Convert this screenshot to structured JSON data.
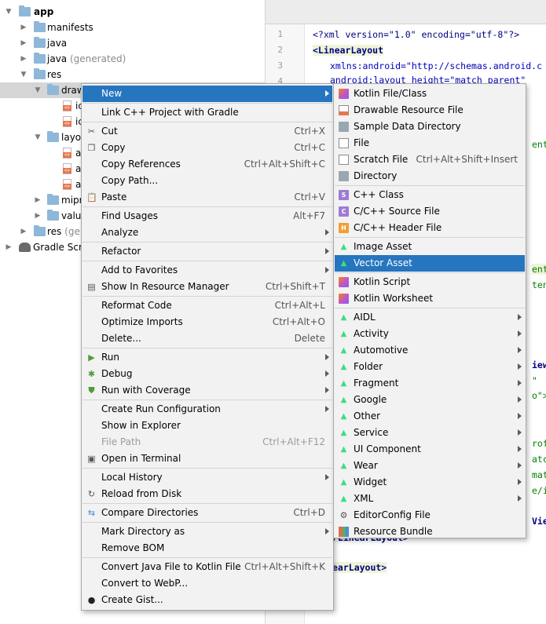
{
  "tree": {
    "items": [
      {
        "label": "app",
        "sub": ""
      },
      {
        "label": "manifests",
        "sub": ""
      },
      {
        "label": "java",
        "sub": ""
      },
      {
        "label": "java",
        "sub": "(generated)"
      },
      {
        "label": "res",
        "sub": ""
      },
      {
        "label": "draw",
        "sub": ""
      },
      {
        "label": "ic",
        "sub": ""
      },
      {
        "label": "ic",
        "sub": ""
      },
      {
        "label": "layou",
        "sub": ""
      },
      {
        "label": "a",
        "sub": ""
      },
      {
        "label": "a",
        "sub": ""
      },
      {
        "label": "a",
        "sub": ""
      },
      {
        "label": "mipr",
        "sub": ""
      },
      {
        "label": "value",
        "sub": ""
      },
      {
        "label": "res",
        "sub": "(gen"
      },
      {
        "label": "Gradle Scrip",
        "sub": ""
      }
    ]
  },
  "editor": {
    "line_numbers": [
      "1",
      "2",
      "3",
      "4"
    ],
    "lines": [
      "<?xml version=\"1.0\" encoding=\"utf-8\"?>",
      "<LinearLayout",
      "xmlns:android=\"http://schemas.android.c",
      "android:layout_height=\"match_parent\"",
      "ent\"",
      "ent\"",
      "tent",
      "iew",
      "\"",
      "o\">",
      "rofi",
      "atch",
      "matc",
      "e/ic",
      "View",
      "/LinearLayout>",
      "earLayout>"
    ]
  },
  "context_menu": {
    "items": [
      {
        "label": "New",
        "shortcut": ""
      },
      {
        "label": "Link C++ Project with Gradle",
        "shortcut": ""
      },
      {
        "label": "Cut",
        "shortcut": "Ctrl+X"
      },
      {
        "label": "Copy",
        "shortcut": "Ctrl+C"
      },
      {
        "label": "Copy References",
        "shortcut": "Ctrl+Alt+Shift+C"
      },
      {
        "label": "Copy Path...",
        "shortcut": ""
      },
      {
        "label": "Paste",
        "shortcut": "Ctrl+V"
      },
      {
        "label": "Find Usages",
        "shortcut": "Alt+F7"
      },
      {
        "label": "Analyze",
        "shortcut": ""
      },
      {
        "label": "Refactor",
        "shortcut": ""
      },
      {
        "label": "Add to Favorites",
        "shortcut": ""
      },
      {
        "label": "Show In Resource Manager",
        "shortcut": "Ctrl+Shift+T"
      },
      {
        "label": "Reformat Code",
        "shortcut": "Ctrl+Alt+L"
      },
      {
        "label": "Optimize Imports",
        "shortcut": "Ctrl+Alt+O"
      },
      {
        "label": "Delete...",
        "shortcut": "Delete"
      },
      {
        "label": "Run",
        "shortcut": ""
      },
      {
        "label": "Debug",
        "shortcut": ""
      },
      {
        "label": "Run with Coverage",
        "shortcut": ""
      },
      {
        "label": "Create Run Configuration",
        "shortcut": ""
      },
      {
        "label": "Show in Explorer",
        "shortcut": ""
      },
      {
        "label": "File Path",
        "shortcut": "Ctrl+Alt+F12"
      },
      {
        "label": "Open in Terminal",
        "shortcut": ""
      },
      {
        "label": "Local History",
        "shortcut": ""
      },
      {
        "label": "Reload from Disk",
        "shortcut": ""
      },
      {
        "label": "Compare Directories",
        "shortcut": "Ctrl+D"
      },
      {
        "label": "Mark Directory as",
        "shortcut": ""
      },
      {
        "label": "Remove BOM",
        "shortcut": ""
      },
      {
        "label": "Convert Java File to Kotlin File",
        "shortcut": "Ctrl+Alt+Shift+K"
      },
      {
        "label": "Convert to WebP...",
        "shortcut": ""
      },
      {
        "label": "Create Gist...",
        "shortcut": ""
      }
    ]
  },
  "submenu": {
    "items": [
      {
        "label": "Kotlin File/Class",
        "shortcut": ""
      },
      {
        "label": "Drawable Resource File",
        "shortcut": ""
      },
      {
        "label": "Sample Data Directory",
        "shortcut": ""
      },
      {
        "label": "File",
        "shortcut": ""
      },
      {
        "label": "Scratch File",
        "shortcut": "Ctrl+Alt+Shift+Insert"
      },
      {
        "label": "Directory",
        "shortcut": ""
      },
      {
        "label": "C++ Class",
        "shortcut": ""
      },
      {
        "label": "C/C++ Source File",
        "shortcut": ""
      },
      {
        "label": "C/C++ Header File",
        "shortcut": ""
      },
      {
        "label": "Image Asset",
        "shortcut": ""
      },
      {
        "label": "Vector Asset",
        "shortcut": ""
      },
      {
        "label": "Kotlin Script",
        "shortcut": ""
      },
      {
        "label": "Kotlin Worksheet",
        "shortcut": ""
      },
      {
        "label": "AIDL",
        "shortcut": ""
      },
      {
        "label": "Activity",
        "shortcut": ""
      },
      {
        "label": "Automotive",
        "shortcut": ""
      },
      {
        "label": "Folder",
        "shortcut": ""
      },
      {
        "label": "Fragment",
        "shortcut": ""
      },
      {
        "label": "Google",
        "shortcut": ""
      },
      {
        "label": "Other",
        "shortcut": ""
      },
      {
        "label": "Service",
        "shortcut": ""
      },
      {
        "label": "UI Component",
        "shortcut": ""
      },
      {
        "label": "Wear",
        "shortcut": ""
      },
      {
        "label": "Widget",
        "shortcut": ""
      },
      {
        "label": "XML",
        "shortcut": ""
      },
      {
        "label": "EditorConfig File",
        "shortcut": ""
      },
      {
        "label": "Resource Bundle",
        "shortcut": ""
      }
    ]
  },
  "colors": {
    "menu_highlight": "#2675bf",
    "menu_background": "#f2f2f2",
    "xml_tag": "#000080",
    "xml_attr_value": "#008000"
  }
}
